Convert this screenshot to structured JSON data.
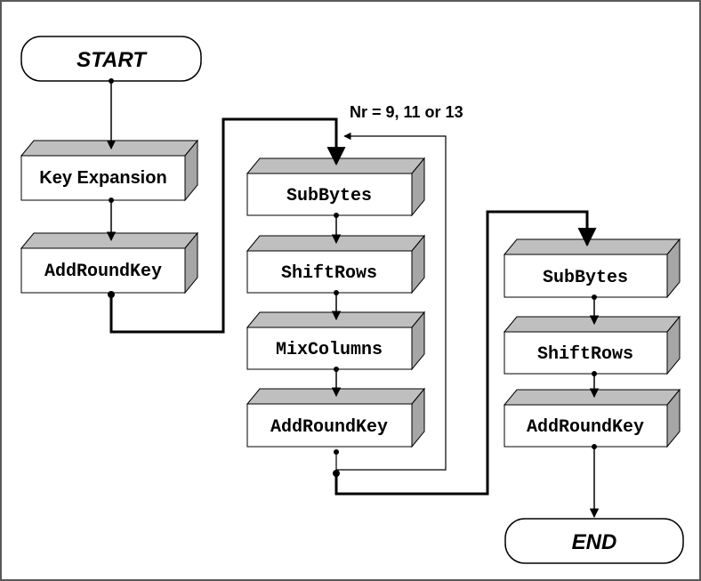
{
  "start_label": "START",
  "end_label": "END",
  "loop_note": "Nr = 9, 11 or 13",
  "initial_round": {
    "key_expansion": "Key Expansion",
    "add_round_key": "AddRoundKey"
  },
  "main_round": {
    "sub_bytes": "SubBytes",
    "shift_rows": "ShiftRows",
    "mix_columns": "MixColumns",
    "add_round_key": "AddRoundKey"
  },
  "final_round": {
    "sub_bytes": "SubBytes",
    "shift_rows": "ShiftRows",
    "add_round_key": "AddRoundKey"
  },
  "colors": {
    "box_face": "#ffffff",
    "box_top": "#bfbfbf",
    "box_side": "#a6a6a6",
    "stroke": "#000000",
    "frame": "#595959"
  }
}
